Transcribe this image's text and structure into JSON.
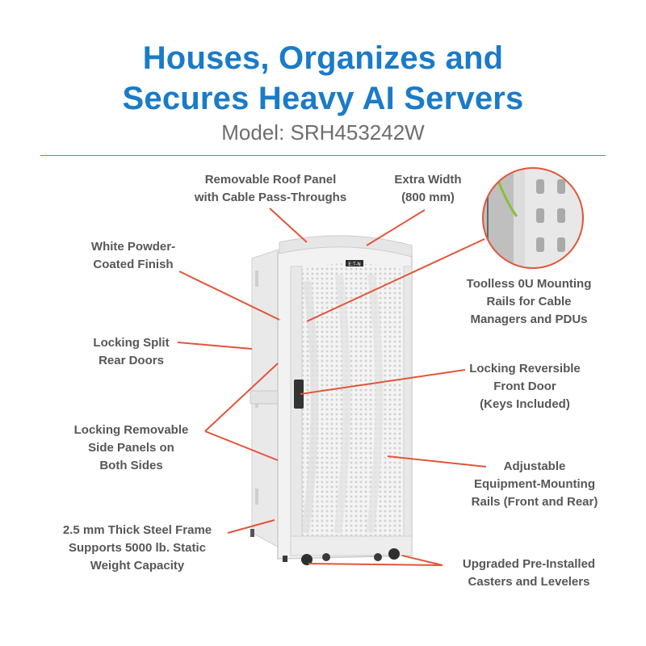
{
  "header": {
    "title_line1": "Houses, Organizes and",
    "title_line2": "Secures Heavy AI Servers",
    "model": "Model: SRH453242W"
  },
  "brand_badge": "E:T-N",
  "callouts": {
    "roof_panel": [
      "Removable Roof Panel",
      "with Cable Pass-Throughs"
    ],
    "extra_width": [
      "Extra Width",
      "(800 mm)"
    ],
    "finish": [
      "White Powder-",
      "Coated Finish"
    ],
    "rails_0u": [
      "Toolless 0U Mounting",
      "Rails for Cable",
      "Managers and PDUs"
    ],
    "rear_doors": [
      "Locking Split",
      "Rear Doors"
    ],
    "front_door": [
      "Locking Reversible",
      "Front Door",
      "(Keys Included)"
    ],
    "side_panels": [
      "Locking Removable",
      "Side Panels on",
      "Both Sides"
    ],
    "mount_rails": [
      "Adjustable",
      "Equipment-Mounting",
      "Rails (Front and Rear)"
    ],
    "frame": [
      "2.5 mm Thick Steel Frame",
      "Supports 5000 lb. Static",
      "Weight Capacity"
    ],
    "casters": [
      "Upgraded Pre-Installed",
      "Casters and Levelers"
    ]
  },
  "colors": {
    "title": "#1a7bc8",
    "model_text": "#6e6e6e",
    "callout_text": "#575757",
    "leader_line": "#e2553a",
    "divider": "#3a8fd0"
  }
}
